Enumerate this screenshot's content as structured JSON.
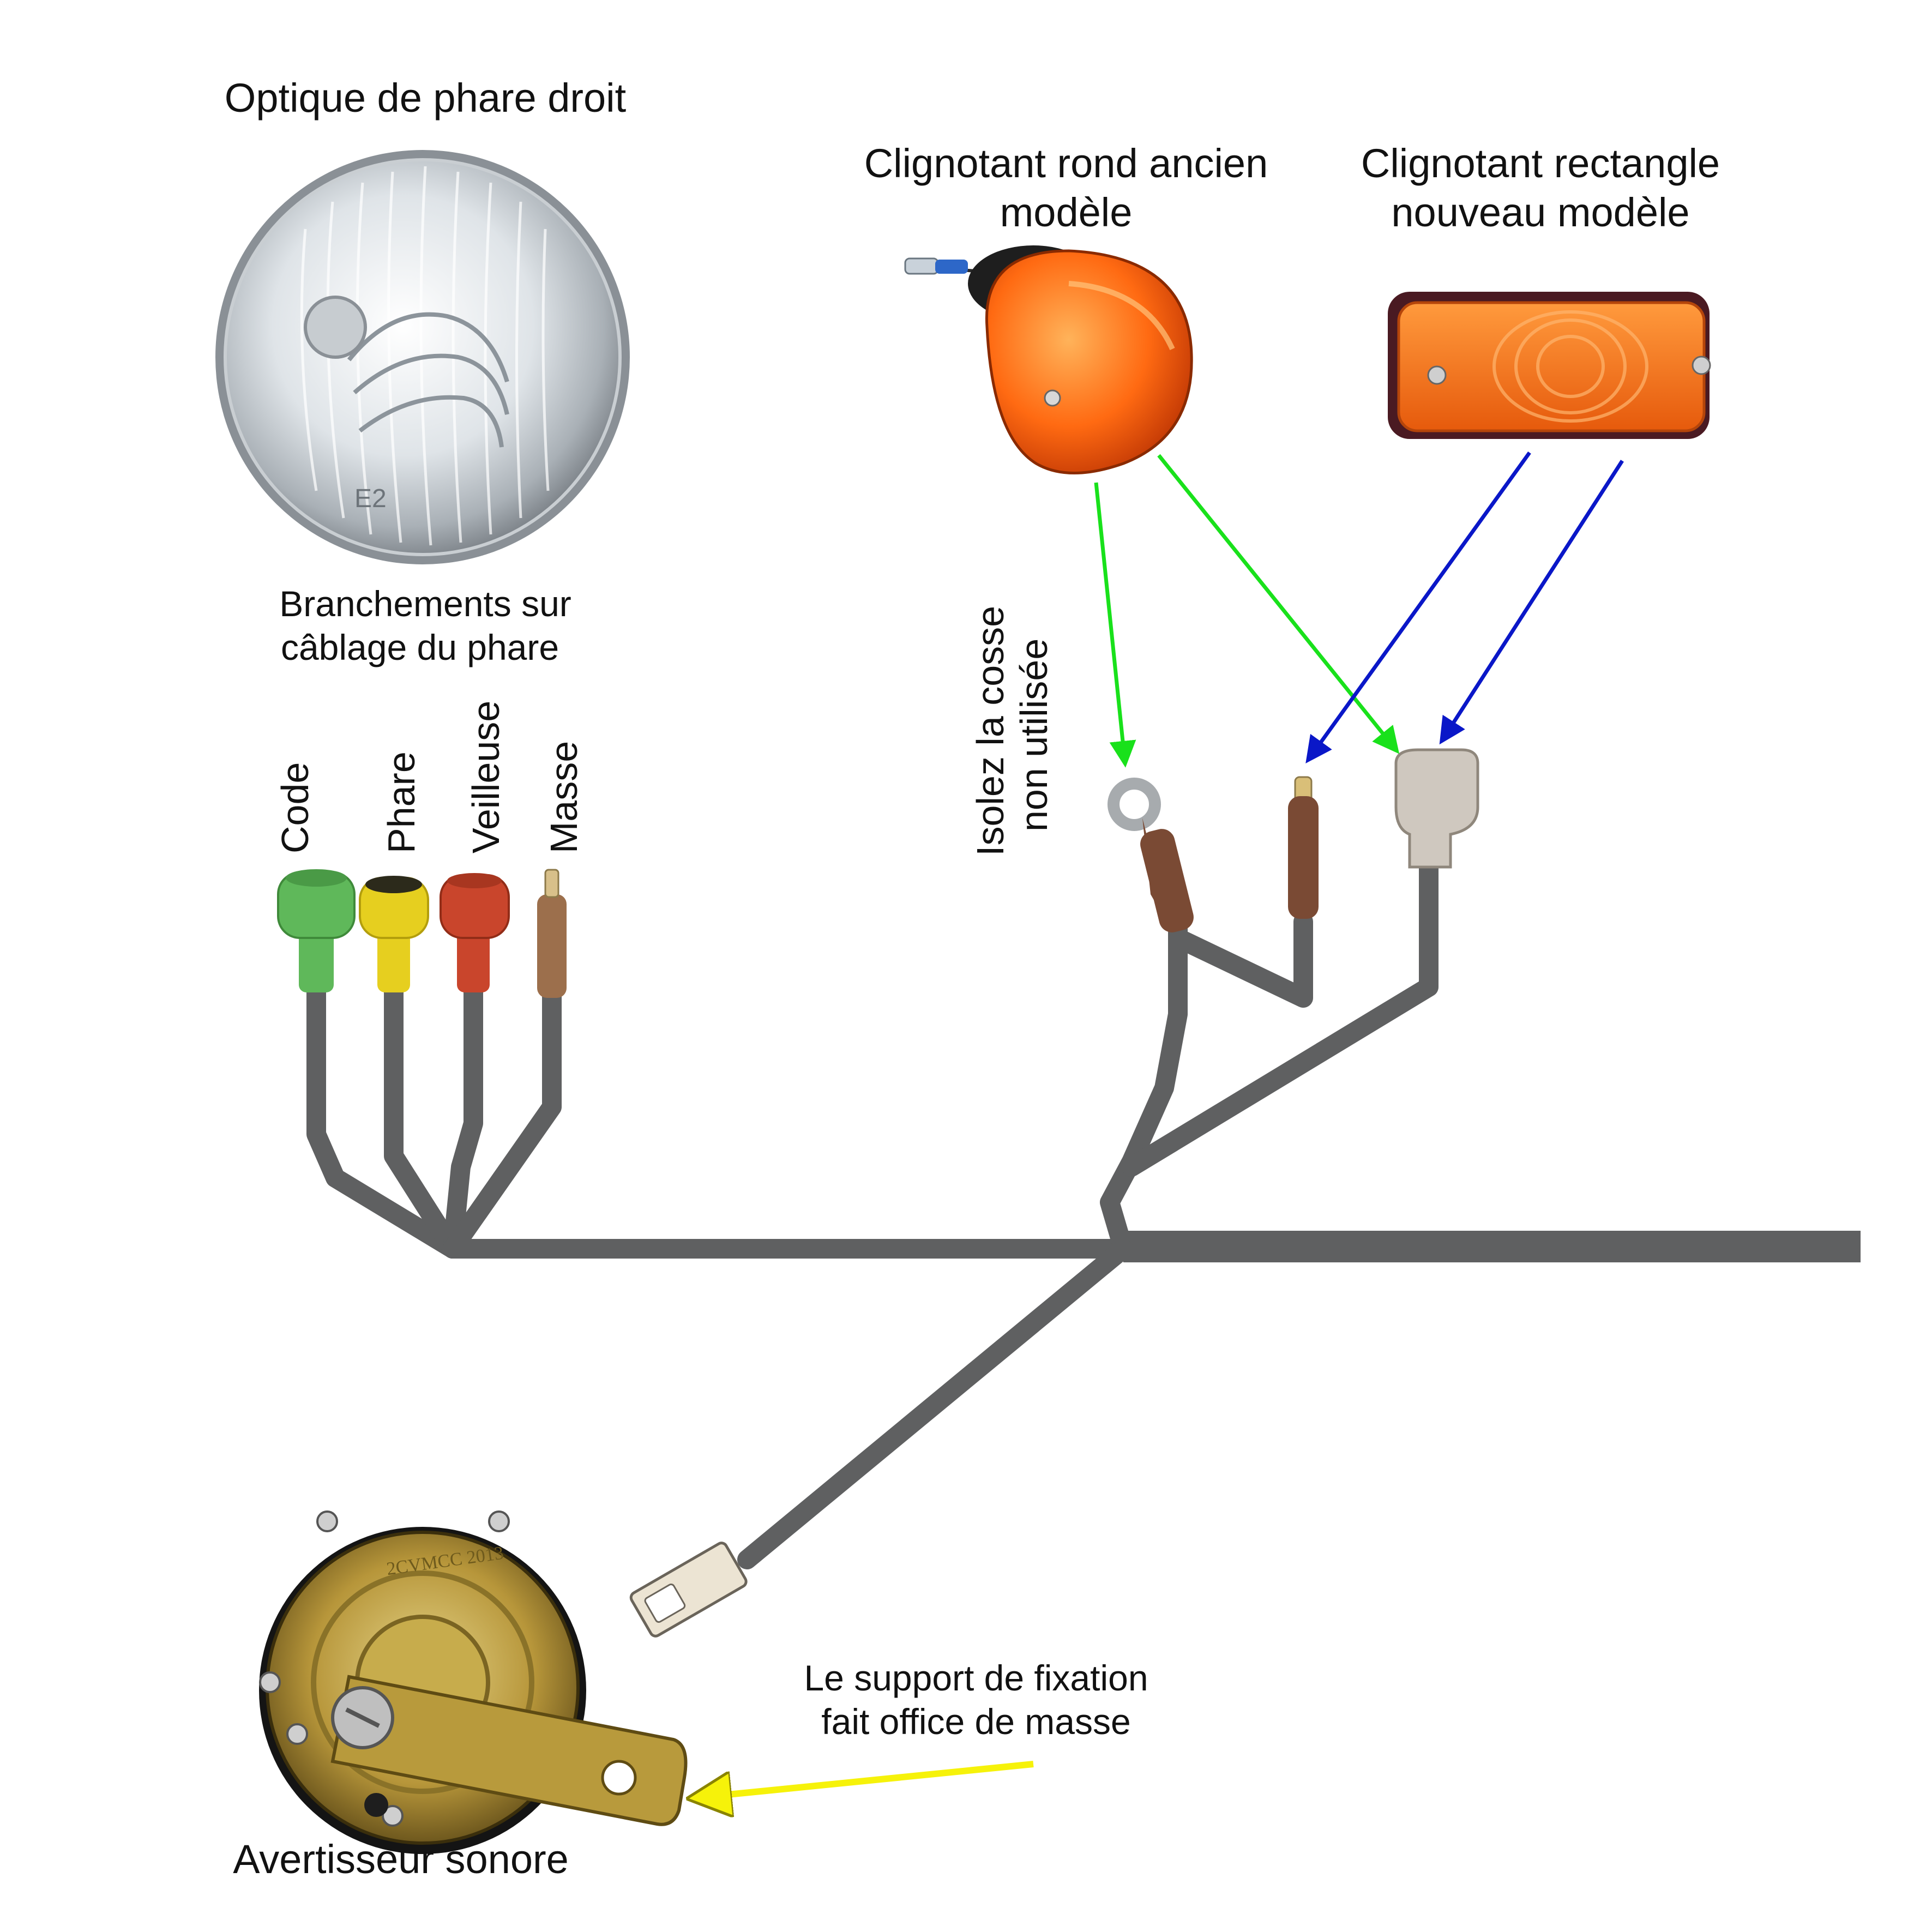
{
  "labels": {
    "headlight_title": "Optique de phare droit",
    "headlight_connections_line1": "Branchements sur",
    "headlight_connections_line2": "câblage du phare",
    "wire_code": "Code",
    "wire_phare": "Phare",
    "wire_veilleuse": "Veilleuse",
    "wire_masse": "Masse",
    "round_indicator_line1": "Clignotant rond ancien",
    "round_indicator_line2": "modèle",
    "rect_indicator_line1": "Clignotant rectangle",
    "rect_indicator_line2": "nouveau modèle",
    "insulate_line1": "Isolez la cosse",
    "insulate_line2": "non utilisée",
    "bracket_line1": "Le support de fixation",
    "bracket_line2": "fait office de masse",
    "horn_title": "Avertisseur sonore",
    "horn_stamp": "2CVMCC 2013"
  },
  "colors": {
    "harness": "#5f6061",
    "code_connector": "#5fb85a",
    "phare_connector": "#e6cf1f",
    "veilleuse_connector": "#c9452c",
    "masse_sleeve": "#9c6f4c",
    "indicator_orange": "#ff6a12",
    "arrow_green": "#19e11b",
    "arrow_blue": "#0a17c8",
    "arrow_yellow": "#f6f20a"
  }
}
